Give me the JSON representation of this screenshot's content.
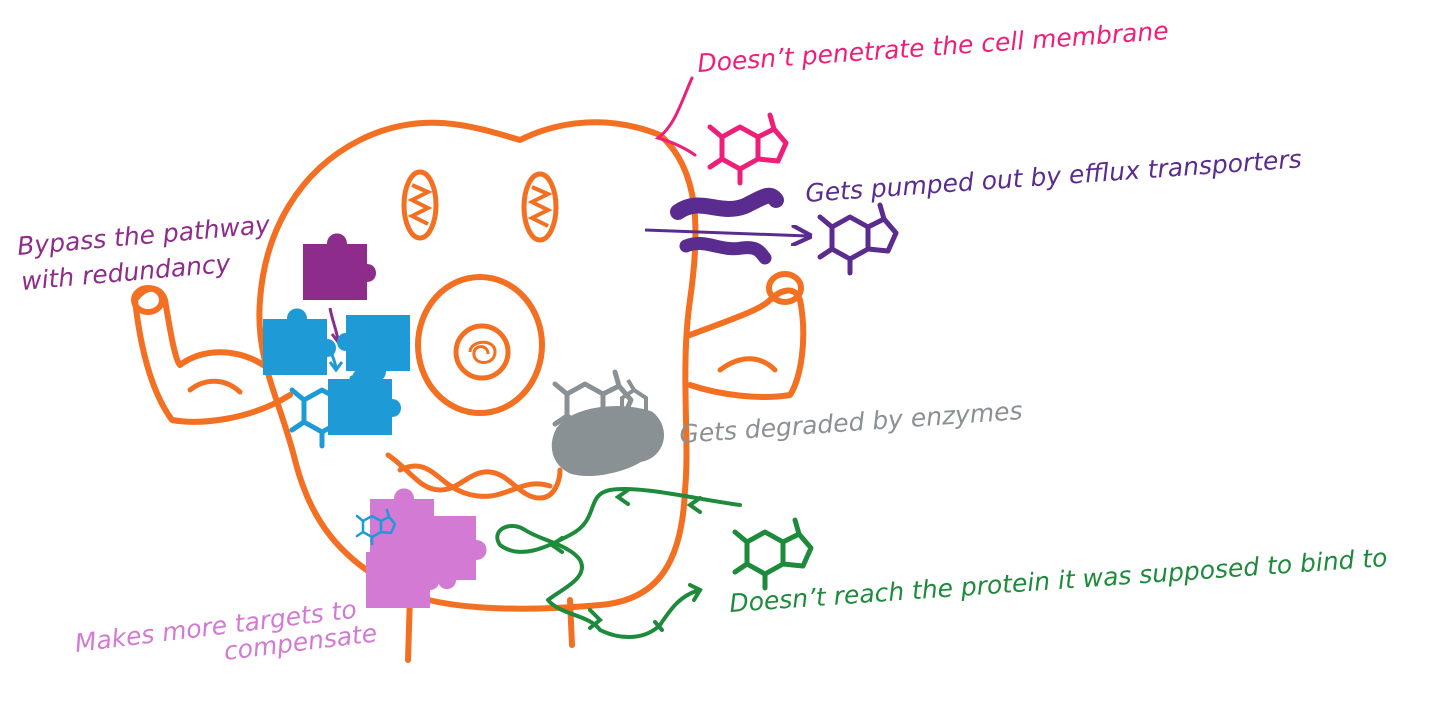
{
  "colors": {
    "cell": "#f36f21",
    "membrane_label": "#ee1e79",
    "efflux": "#5b2c8f",
    "bypass": "#8e2c8c",
    "degrade": "#8a9194",
    "target_protein": "#1e9bd7",
    "more_targets": "#d37ad4",
    "reach": "#1e8a3b"
  },
  "labels": {
    "membrane": "Doesn’t penetrate the cell membrane",
    "efflux": "Gets pumped out by efflux transporters",
    "bypass_line1": "Bypass the pathway",
    "bypass_line2": "with redundancy",
    "degraded": "Gets degraded by enzymes",
    "reach": "Doesn’t reach the protein it was supposed to bind to",
    "compensate_line1": "Makes more targets to",
    "compensate_line2": "compensate"
  }
}
